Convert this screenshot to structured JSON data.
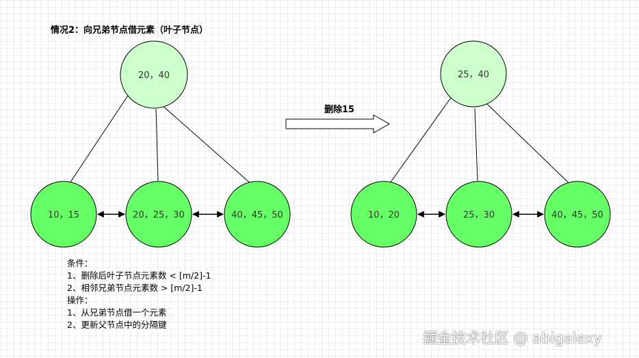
{
  "title": "情况2：向兄弟节点借元素（叶子节点）",
  "arrow_label": "删除15",
  "before": {
    "root": "20，40",
    "leaves": [
      "10，15",
      "20，25，30",
      "40，45，50"
    ]
  },
  "after": {
    "root": "25，40",
    "leaves": [
      "10，20",
      "25，30",
      "40，45，50"
    ]
  },
  "notes": [
    "条件：",
    "1、删除后叶子节点元素数 < [m/2]-1",
    "2、相邻兄弟节点元素数 > [m/2]-1",
    "操作：",
    "1、从兄弟节点借一个元素",
    "2、更新父节点中的分隔键"
  ],
  "watermark": "掘金技术社区 @ abigalexy",
  "colors": {
    "root_fill": "#ccffcc",
    "leaf_fill": "#66ff66",
    "stroke": "#000000",
    "grid": "#ececec"
  }
}
